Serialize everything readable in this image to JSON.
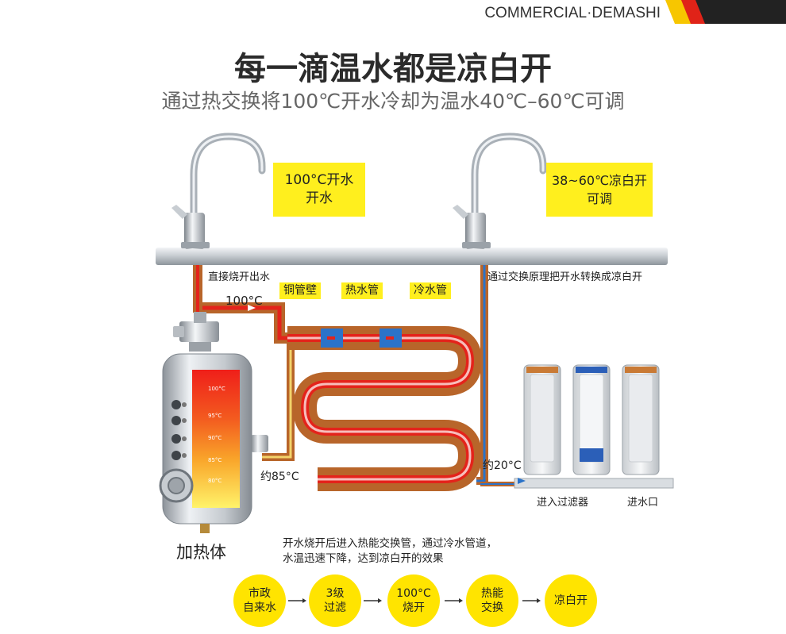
{
  "brand": {
    "text": "COMMERCIAL·DEMASHI"
  },
  "header": {
    "title": "每一滴温水都是凉白开",
    "subtitle": "通过热交换将100℃开水冷却为温水40℃–60℃可调"
  },
  "faucets": {
    "left_box": {
      "line1": "100°C开水",
      "line2": "开水"
    },
    "right_box": {
      "line1": "38~60℃凉白开",
      "line2": "可调"
    }
  },
  "labels": {
    "direct_boil": "直接烧开出水",
    "exchange_principle": "通过交换原理把开水转换成凉白开",
    "copper_wall": "铜管壁",
    "hot_pipe": "热水管",
    "cold_pipe": "冷水管",
    "temp_100": "100°C",
    "temp_85": "约85°C",
    "temp_20": "约20°C",
    "heater": "加热体",
    "filter_in": "进入过滤器",
    "water_inlet": "进水口",
    "desc_line1": "开水烧开后进入热能交换管，通过冷水管道，",
    "desc_line2": "水温迅速下降，达到凉白开的效果"
  },
  "tank_scale": [
    "100°C",
    "95°C",
    "90°C",
    "85°C",
    "80°C"
  ],
  "flow_steps": [
    {
      "line1": "市政",
      "line2": "自来水"
    },
    {
      "line1": "3级",
      "line2": "过滤"
    },
    {
      "line1": "100°C",
      "line2": "烧开"
    },
    {
      "line1": "热能",
      "line2": "交换"
    },
    {
      "line1": "凉白开",
      "line2": ""
    }
  ],
  "colors": {
    "accent_yellow": "#ffef1e",
    "copper": "#b8652a",
    "hot_red": "#e4231b",
    "cold_blue": "#2b73c9"
  }
}
